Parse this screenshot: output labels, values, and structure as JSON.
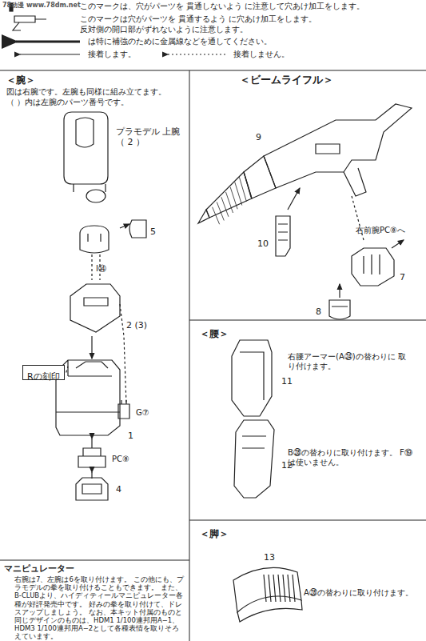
{
  "diagram": {
    "nodes": [
      {
        "text": [
          "Rの刻印"
        ]
      }
    ],
    "labels": [
      "このマークは、穴がパーツを 貫通しないよう に注意して穴あけ加工をします。",
      "このマークは穴がパーツを 貫通するよう に穴あけ加工をします。",
      "反対側の開口部がずれないように注意します。",
      "は特に補強のために金属線などを通してください。",
      "接着します。",
      "接着しません。",
      "78动漫 www.78dm.net",
      "＜腕＞",
      "図は右腕です。左腕も同様に組み立てます。",
      "（ ）内は左腕のパーツ番号です。",
      "プラモデル 上腕（ 2 ）",
      "5",
      "I⑭",
      "2 (3)",
      "G⑦",
      "1",
      "PC⑧",
      "4",
      "マニピュレーター",
      "右腕は7、左腕は6を取り付けます。 この他にも、プラモデルの拳を取り付けることもできます。 また、B-CLUBより、ハイディティールマニピュレーター各種が好評発売中です。 好みの拳を取り付けて、ドレスアップしましょう。 なお、本キット付属のものと同じデザインのものは、HDM1 1/100連邦用A−1、HDM3 1/100連邦用A−2として各種表情を取りそろえています。",
      "＜ビームライフル＞",
      "9",
      "10",
      "右前腕PC⑧へ",
      "7",
      "8",
      "＜腰＞",
      "11",
      "右腰アーマー(A㉔)の替わりに 取り付けます。",
      "12",
      "B㉘の替わりに取り付けます。 F⑲は使いません。",
      "＜脚＞",
      "13",
      "A㉘の替わりに取り付けます。"
    ]
  }
}
